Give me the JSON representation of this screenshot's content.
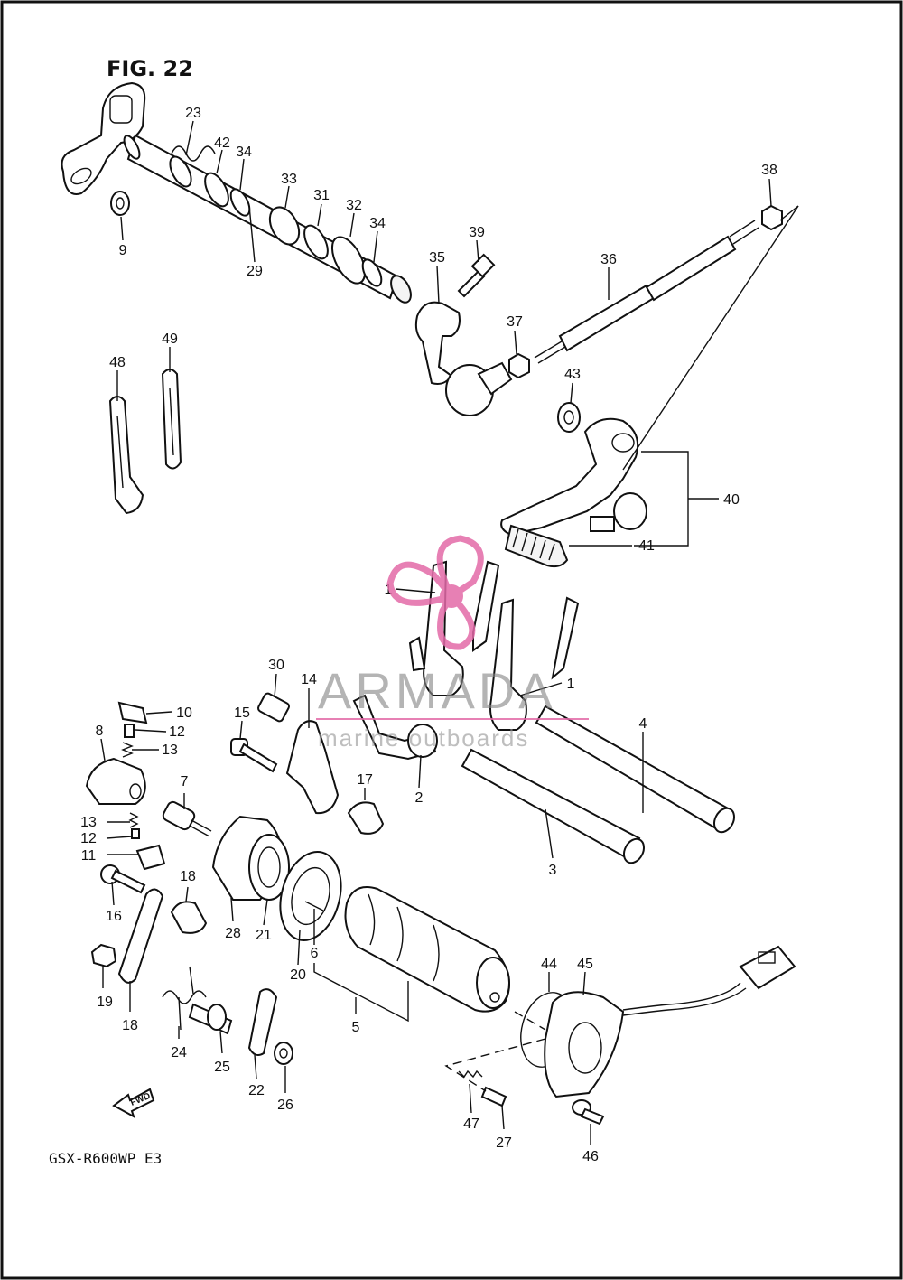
{
  "figure_title": "FIG. 22",
  "model_code": "GSX-R600WP E3",
  "fwd_label": "FWD",
  "watermark": {
    "brand": "ARMADA",
    "tagline": "marine outboards",
    "logo_color": "#e36aa8"
  },
  "callouts": [
    "1",
    "1",
    "2",
    "3",
    "4",
    "5",
    "6",
    "7",
    "8",
    "9",
    "10",
    "11",
    "12",
    "12",
    "13",
    "13",
    "14",
    "15",
    "16",
    "17",
    "18",
    "18",
    "19",
    "20",
    "21",
    "22",
    "23",
    "24",
    "25",
    "26",
    "27",
    "28",
    "29",
    "30",
    "31",
    "32",
    "33",
    "34",
    "34",
    "35",
    "36",
    "37",
    "38",
    "39",
    "40",
    "41",
    "42",
    "43",
    "44",
    "45",
    "46",
    "47",
    "48",
    "49"
  ]
}
